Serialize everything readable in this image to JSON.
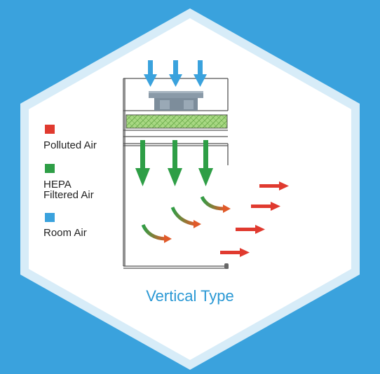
{
  "title": "Vertical Type",
  "legend": [
    {
      "label": "Polluted Air",
      "color": "#e03a2f"
    },
    {
      "label": "HEPA\nFiltered Air",
      "color": "#2e9e46"
    },
    {
      "label": "Room Air",
      "color": "#3aa2dd"
    }
  ],
  "colors": {
    "background": "#3aa2dd",
    "hexagon_fill": "#ffffff",
    "hexagon_border": "#e6f3fb",
    "hepa_filter": "#9fd27a",
    "cabinet_line": "#555555",
    "fan": "#8a9aa8",
    "title": "#2a98d4"
  },
  "icons": {
    "room_air_arrows": "arrow-down-icon",
    "filtered_air_arrows": "arrow-down-icon",
    "curving_arrows": "curved-arrow-icon",
    "exhaust_arrows": "arrow-right-icon"
  }
}
